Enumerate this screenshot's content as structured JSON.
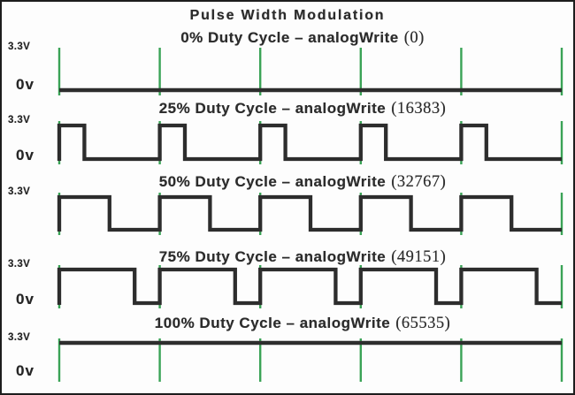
{
  "title": "Pulse Width Modulation",
  "colors": {
    "tick_green": "#3aa356",
    "wave_dark": "#2d2d2d",
    "text": "#2c2c2c",
    "background": "#fdfdfd",
    "border": "#1d1d1d"
  },
  "axis": {
    "num_period_ticks": 6,
    "periods_shown": 5,
    "v_high_label": "3.3V",
    "v_low_label": "0v"
  },
  "sections": [
    {
      "heading": "0% Duty Cycle – analogWrite",
      "value": "(0)",
      "duty_percent": 0,
      "analogwrite": 0,
      "v_high": "3.3V",
      "v_low": "0v"
    },
    {
      "heading": "25% Duty Cycle – analogWrite",
      "value": "(16383)",
      "duty_percent": 25,
      "analogwrite": 16383,
      "v_high": "3.3V",
      "v_low": "0v"
    },
    {
      "heading": "50% Duty Cycle – analogWrite",
      "value": "(32767)",
      "duty_percent": 50,
      "analogwrite": 32767,
      "v_high": "3.3V",
      "v_low": null
    },
    {
      "heading": "75% Duty Cycle – analogWrite",
      "value": "(49151)",
      "duty_percent": 75,
      "analogwrite": 49151,
      "v_high": "3.3V",
      "v_low": "0v"
    },
    {
      "heading": "100% Duty Cycle – analogWrite",
      "value": "(65535)",
      "duty_percent": 100,
      "analogwrite": 65535,
      "v_high": "3.3V",
      "v_low": "0v"
    }
  ]
}
